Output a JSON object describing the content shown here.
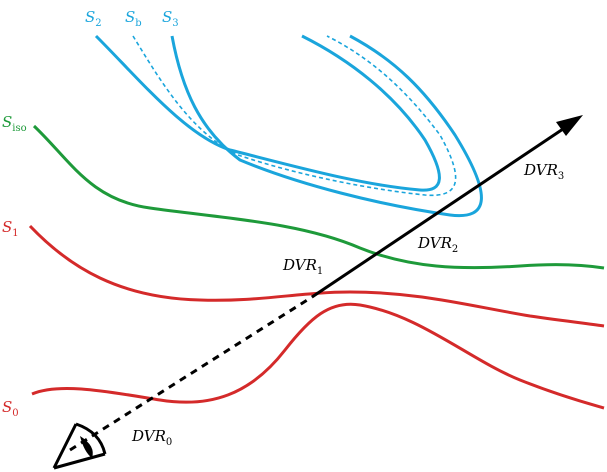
{
  "colors": {
    "blue": "#1aa5dc",
    "green": "#1e9a3a",
    "red": "#d42a2a",
    "ray": "#000000",
    "eye": "#000000"
  },
  "curves": {
    "s2": {
      "main": "S",
      "sub": "2"
    },
    "sb": {
      "main": "S",
      "sub": "b"
    },
    "s3": {
      "main": "S",
      "sub": "3"
    },
    "siso": {
      "main": "S",
      "sub": "iso"
    },
    "s1": {
      "main": "S",
      "sub": "1"
    },
    "s0": {
      "main": "S",
      "sub": "0"
    }
  },
  "ray_points": {
    "dvr0": {
      "main": "DVR",
      "sub": "0"
    },
    "dvr1": {
      "main": "DVR",
      "sub": "1"
    },
    "dvr2": {
      "main": "DVR",
      "sub": "2"
    },
    "dvr3": {
      "main": "DVR",
      "sub": "3"
    }
  },
  "icons": {
    "viewer": "eye-icon",
    "direction": "arrowhead-icon"
  }
}
